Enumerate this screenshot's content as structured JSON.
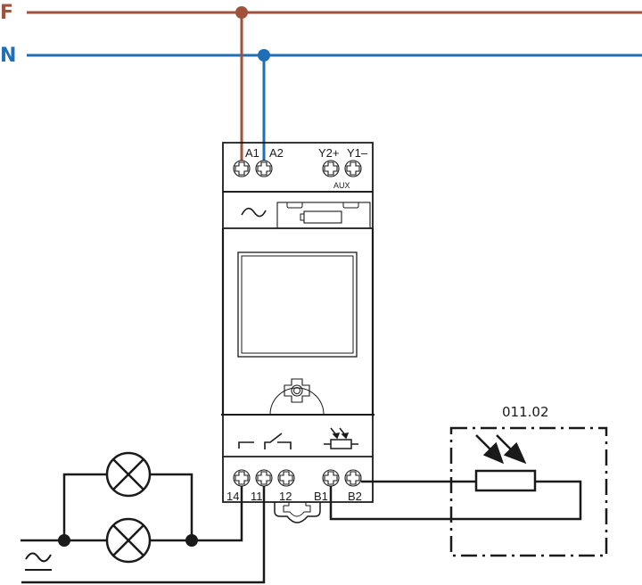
{
  "diagram": {
    "type": "wiring-diagram",
    "subject": "DIN-rail twilight switch with external light sensor",
    "colors": {
      "phase": "#a0523c",
      "neutral": "#1f6fb8",
      "wire": "#1a1a1a"
    },
    "buses": [
      {
        "id": "phase",
        "label": "F"
      },
      {
        "id": "neutral",
        "label": "N"
      }
    ],
    "device": {
      "top_terminals": [
        {
          "id": "A1",
          "label": "A1",
          "connected_to": "F"
        },
        {
          "id": "A2",
          "label": "A2",
          "connected_to": "N"
        },
        {
          "id": "Y2",
          "label": "Y2+"
        },
        {
          "id": "Y1",
          "label": "Y1–"
        }
      ],
      "aux_label": "AUX",
      "power_symbol": "ac-tilde-icon",
      "bottom_terminals": [
        {
          "id": "14",
          "label": "14"
        },
        {
          "id": "11",
          "label": "11"
        },
        {
          "id": "12",
          "label": "12"
        },
        {
          "id": "B1",
          "label": "B1"
        },
        {
          "id": "B2",
          "label": "B2"
        }
      ],
      "contact_symbol": "changeover-contact-icon",
      "sensor_symbol": "photoresistor-icon"
    },
    "sensor": {
      "label": "011.02",
      "connected_terminals": [
        "B1",
        "B2"
      ]
    },
    "load": {
      "lamps": 2,
      "arrangement": "parallel",
      "supply_symbol": "ac-tilde-icon",
      "connected_terminals": [
        "14",
        "11"
      ]
    }
  }
}
